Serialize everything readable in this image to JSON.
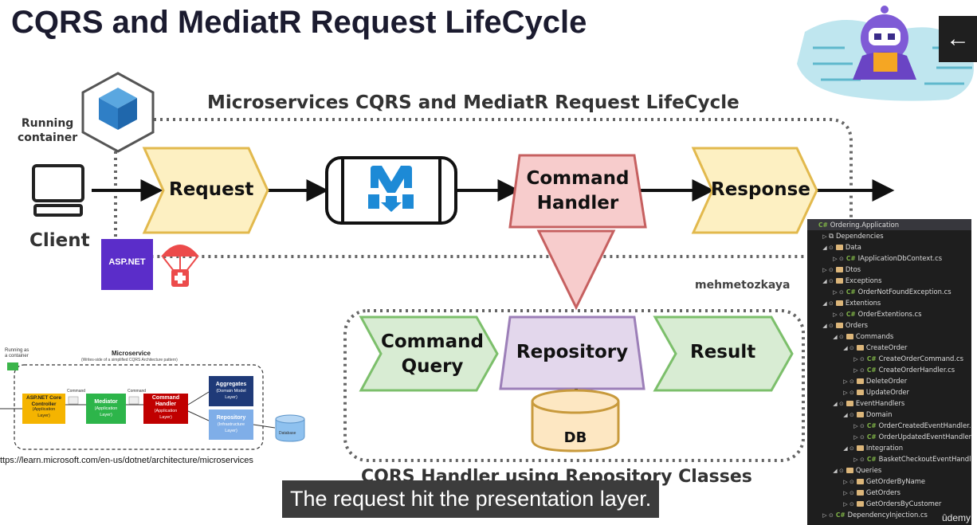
{
  "slide": {
    "title": "CQRS and MediatR Request LifeCycle",
    "subtitle": "Microservices CQRS and MediatR Request LifeCycle",
    "running_container": [
      "Running",
      "container"
    ],
    "client": "Client",
    "aspnet_badge": "ASP.NET",
    "request": "Request",
    "command_handler": [
      "Command",
      "Handler"
    ],
    "response": "Response",
    "author": "mehmetozkaya",
    "command_query": [
      "Command",
      "Query"
    ],
    "repository": "Repository",
    "result": "Result",
    "db": "DB",
    "lower_title": "CQRS Handler using Repository Classes",
    "reference_link": "ttps://learn.microsoft.com/en-us/dotnet/architecture/microservices"
  },
  "mini_diagram": {
    "running_as": [
      "Running as",
      "a container"
    ],
    "title": "Microservice",
    "subtitle": "(Writes-side of a simplified CQRS Architecture pattern)",
    "controller": [
      "ASP.NET Core",
      "Controller"
    ],
    "controller_sub": [
      "(Application",
      "Layer)"
    ],
    "command_label": "Command",
    "mediator": "Mediator",
    "mediator_sub": [
      "(Application",
      "Layer)"
    ],
    "handler": [
      "Command",
      "Handler"
    ],
    "handler_sub": [
      "(Application",
      "Layer)"
    ],
    "aggregates": "Aggregates",
    "aggregates_sub": [
      "(Domain Model",
      "Layer)"
    ],
    "repo": "Repository",
    "repo_sub": [
      "(Infrastructure",
      "Layer)"
    ],
    "database": "Database"
  },
  "solution_tree": [
    {
      "label": "Ordering.Application",
      "depth": 0,
      "kind": "project",
      "arrow": "",
      "selected": true
    },
    {
      "label": "Dependencies",
      "depth": 1,
      "kind": "deps",
      "arrow": "▷"
    },
    {
      "label": "Data",
      "depth": 1,
      "kind": "folder",
      "arrow": "◢"
    },
    {
      "label": "IApplicationDbContext.cs",
      "depth": 2,
      "kind": "cs",
      "arrow": "▷"
    },
    {
      "label": "Dtos",
      "depth": 1,
      "kind": "folder",
      "arrow": "▷"
    },
    {
      "label": "Exceptions",
      "depth": 1,
      "kind": "folder",
      "arrow": "◢"
    },
    {
      "label": "OrderNotFoundException.cs",
      "depth": 2,
      "kind": "cs",
      "arrow": "▷"
    },
    {
      "label": "Extentions",
      "depth": 1,
      "kind": "folder",
      "arrow": "◢"
    },
    {
      "label": "OrderExtentions.cs",
      "depth": 2,
      "kind": "cs",
      "arrow": "▷"
    },
    {
      "label": "Orders",
      "depth": 1,
      "kind": "folder",
      "arrow": "◢"
    },
    {
      "label": "Commands",
      "depth": 2,
      "kind": "folder",
      "arrow": "◢"
    },
    {
      "label": "CreateOrder",
      "depth": 3,
      "kind": "folder",
      "arrow": "◢"
    },
    {
      "label": "CreateOrderCommand.cs",
      "depth": 4,
      "kind": "cs",
      "arrow": "▷"
    },
    {
      "label": "CreateOrderHandler.cs",
      "depth": 4,
      "kind": "cs",
      "arrow": "▷"
    },
    {
      "label": "DeleteOrder",
      "depth": 3,
      "kind": "folder",
      "arrow": "▷"
    },
    {
      "label": "UpdateOrder",
      "depth": 3,
      "kind": "folder",
      "arrow": "▷"
    },
    {
      "label": "EventHandlers",
      "depth": 2,
      "kind": "folder",
      "arrow": "◢"
    },
    {
      "label": "Domain",
      "depth": 3,
      "kind": "folder",
      "arrow": "◢"
    },
    {
      "label": "OrderCreatedEventHandler.cs",
      "depth": 4,
      "kind": "cs",
      "arrow": "▷"
    },
    {
      "label": "OrderUpdatedEventHandler.cs",
      "depth": 4,
      "kind": "cs",
      "arrow": "▷"
    },
    {
      "label": "Integration",
      "depth": 3,
      "kind": "folder",
      "arrow": "◢"
    },
    {
      "label": "BasketCheckoutEventHandler.cs",
      "depth": 4,
      "kind": "cs",
      "arrow": "▷"
    },
    {
      "label": "Queries",
      "depth": 2,
      "kind": "folder",
      "arrow": "◢"
    },
    {
      "label": "GetOrderByName",
      "depth": 3,
      "kind": "folder",
      "arrow": "▷"
    },
    {
      "label": "GetOrders",
      "depth": 3,
      "kind": "folder",
      "arrow": "▷"
    },
    {
      "label": "GetOrdersByCustomer",
      "depth": 3,
      "kind": "folder",
      "arrow": "▷"
    },
    {
      "label": "DependencyInjection.cs",
      "depth": 1,
      "kind": "cs",
      "arrow": "▷"
    }
  ],
  "player": {
    "caption": "The request hit the presentation layer.",
    "back_icon": "arrow-left-icon",
    "watermark": "ûdemy"
  },
  "colors": {
    "yellow_fill": "#fdf0c2",
    "yellow_stroke": "#e2b94d",
    "red_fill": "#f7cccc",
    "red_stroke": "#c66060",
    "green_fill": "#d8ecd3",
    "green_stroke": "#7cbf6b",
    "purple_fill": "#e3d7ec",
    "purple_stroke": "#9c7fb8",
    "db_fill": "#fde7c2",
    "db_stroke": "#c89a3c",
    "mediatr_blue": "#1d8ad6",
    "aspnet_purple": "#5b2dc9"
  }
}
